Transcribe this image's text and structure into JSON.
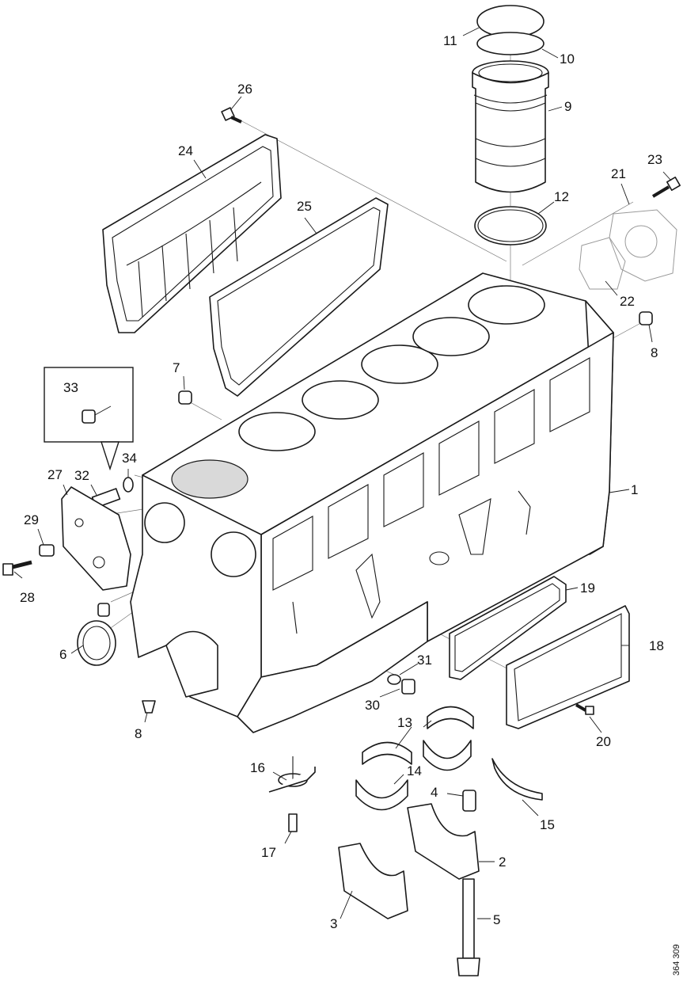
{
  "callouts": [
    "1",
    "2",
    "3",
    "4",
    "5",
    "6",
    "7",
    "8",
    "8",
    "9",
    "10",
    "11",
    "12",
    "13",
    "14",
    "15",
    "16",
    "17",
    "18",
    "19",
    "20",
    "21",
    "22",
    "23",
    "24",
    "25",
    "26",
    "27",
    "28",
    "29",
    "30",
    "31",
    "32",
    "33",
    "34"
  ],
  "document_number": "364 309"
}
